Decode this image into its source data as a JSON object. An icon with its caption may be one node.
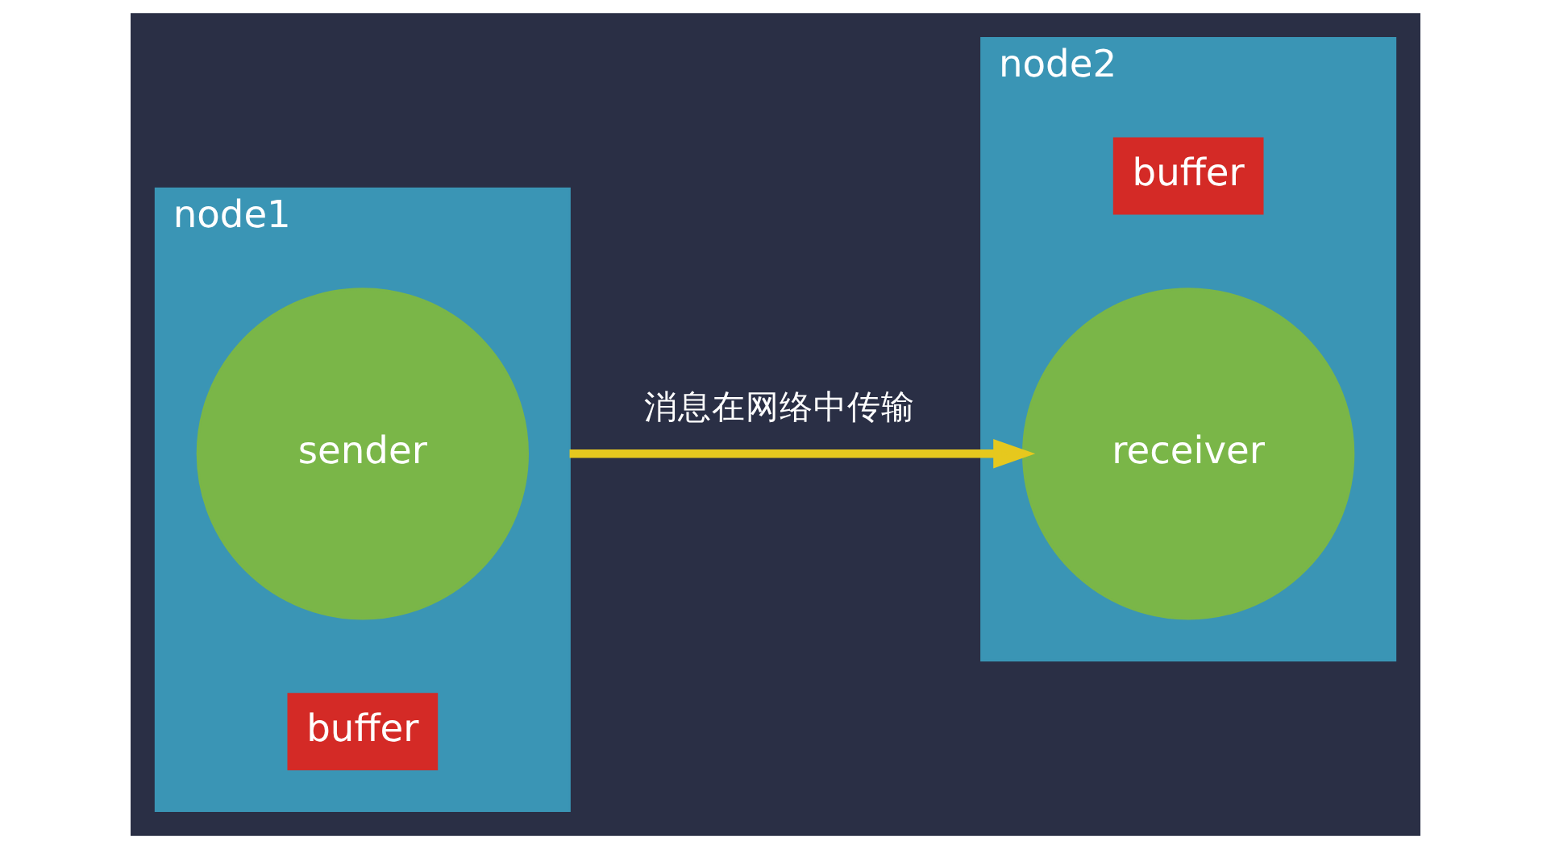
{
  "diagram": {
    "nodes": [
      {
        "text": [
          "node1"
        ]
      },
      {
        "text": [
          "sender"
        ],
        "in": 0
      },
      {
        "text": [
          "buffer"
        ],
        "in": 0
      },
      {
        "text": [
          "node2"
        ]
      },
      {
        "text": [
          "buffer"
        ],
        "in": 3
      },
      {
        "text": [
          "receiver"
        ],
        "in": 3
      }
    ],
    "edges": [
      {
        "from": 0,
        "to": 5,
        "arrow": "to",
        "label": "消息在网络中传输",
        "color": "#e6c81e"
      }
    ]
  }
}
